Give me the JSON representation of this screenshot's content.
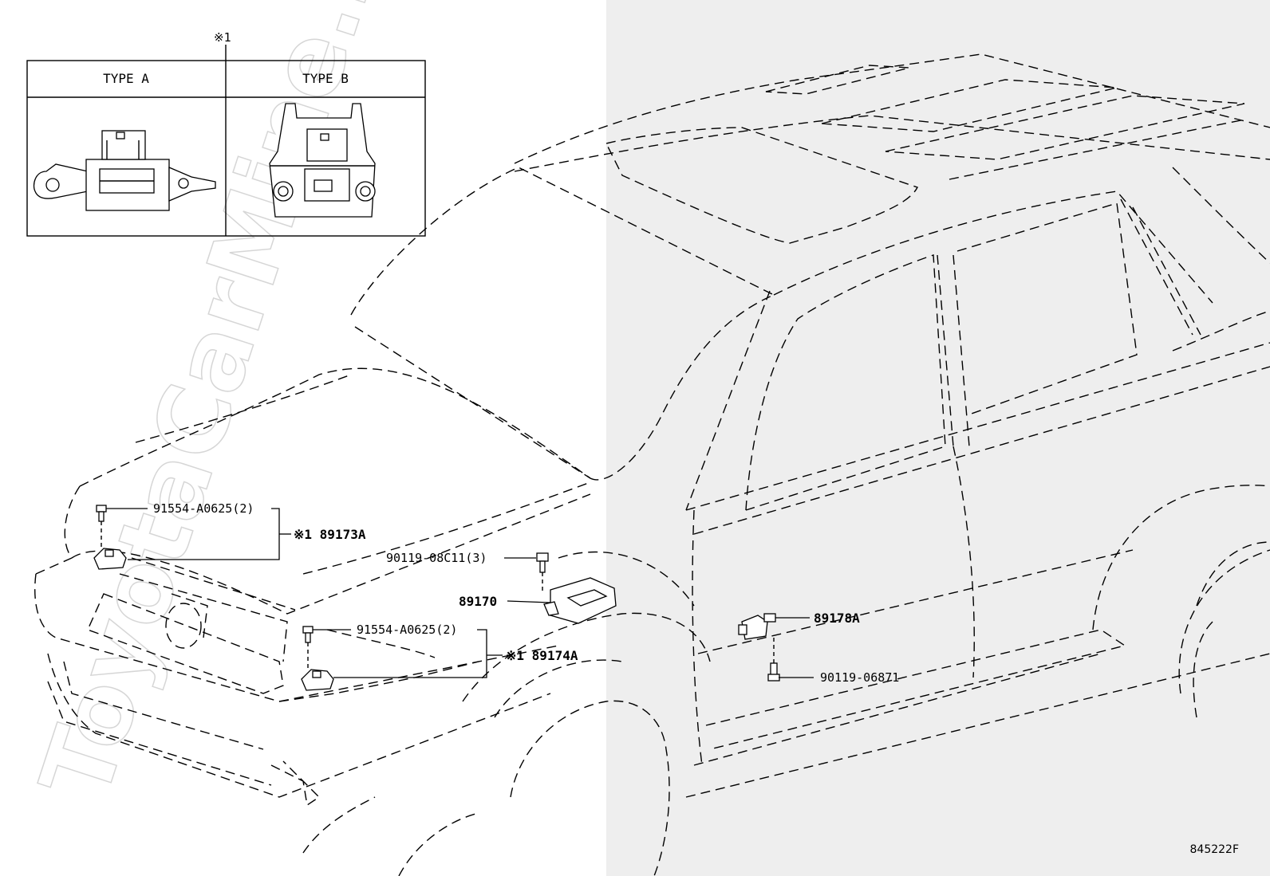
{
  "diagram_id": "845222F",
  "type_box": {
    "note_mark": "※1",
    "type_a_label": "TYPE A",
    "type_b_label": "TYPE B"
  },
  "callouts": {
    "bolt_front_left": "91554-A0625(2)",
    "sensor_front_left": "※1 89173A",
    "bolt_ecu": "90119-08C11(3)",
    "ecu": "89170",
    "bolt_front_right": "91554-A0625(2)",
    "sensor_front_right": "※1 89174A",
    "sensor_side": "89178A",
    "bolt_side": "90119-06871"
  },
  "watermark": "ToyotaCarMine.ru"
}
